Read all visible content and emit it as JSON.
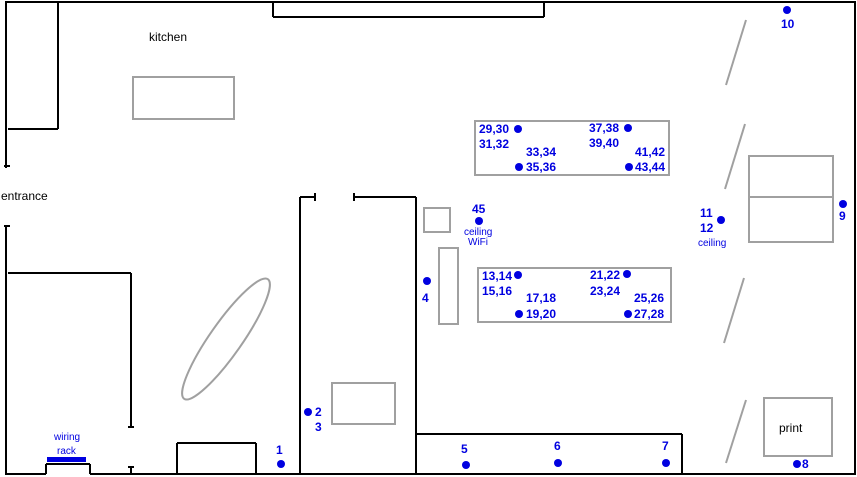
{
  "rooms": {
    "kitchen": "kitchen",
    "entrance": "entrance",
    "print": "print"
  },
  "wiring_rack": {
    "line1": "wiring",
    "line2": "rack",
    "color": "#0000e0"
  },
  "ceiling_wifi": {
    "number": "45",
    "line1": "ceiling",
    "line2": "WiFi"
  },
  "ceiling_label": "ceiling",
  "accent_color": "#0000e0",
  "ports": {
    "p1": "1",
    "p2": "2",
    "p3": "3",
    "p4": "4",
    "p5": "5",
    "p6": "6",
    "p7": "7",
    "p8": "8",
    "p9": "9",
    "p10": "10",
    "p11": "11",
    "p12": "12",
    "p13_14": "13,14",
    "p15_16": "15,16",
    "p17_18": "17,18",
    "p19_20": "19,20",
    "p21_22": "21,22",
    "p23_24": "23,24",
    "p25_26": "25,26",
    "p27_28": "27,28",
    "p29_30": "29,30",
    "p31_32": "31,32",
    "p33_34": "33,34",
    "p35_36": "35,36",
    "p37_38": "37,38",
    "p39_40": "39,40",
    "p41_42": "41,42",
    "p43_44": "43,44"
  }
}
